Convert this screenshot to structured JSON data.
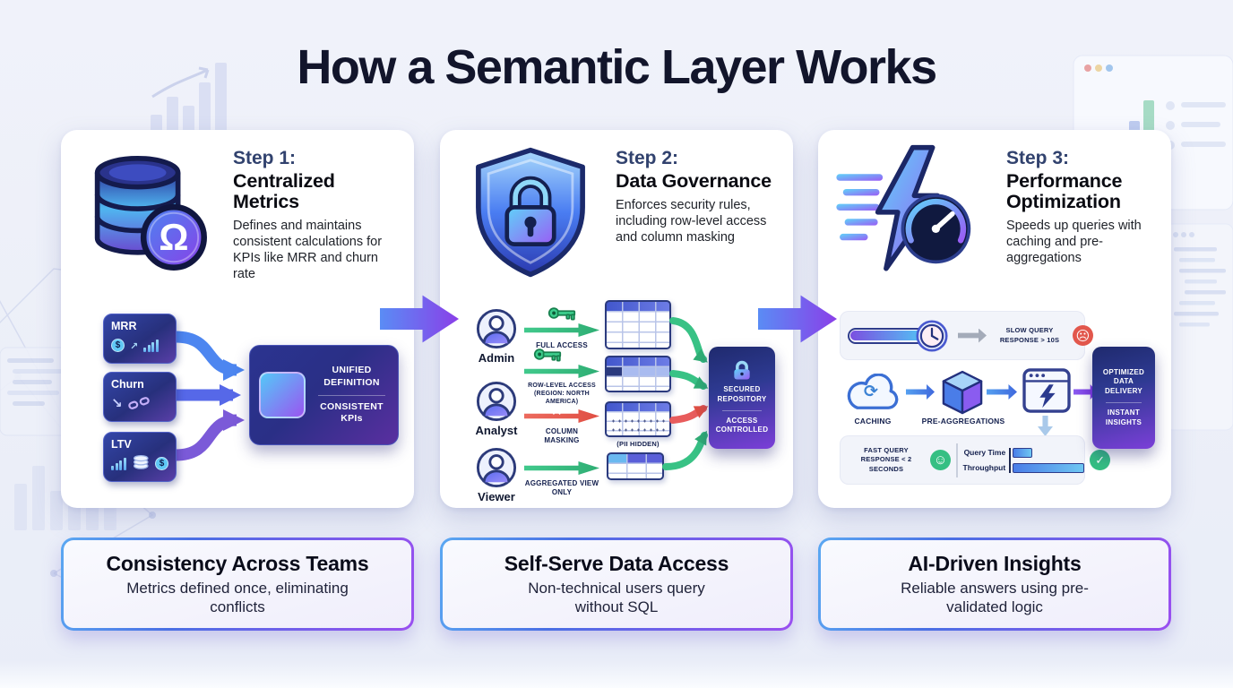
{
  "page": {
    "title": "How a Semantic Layer Works"
  },
  "glyphs": {
    "omega": "Ω",
    "dollar": "$",
    "up_trend": "↗",
    "down_trend": "↘",
    "refresh": "⟳",
    "sad_face": "☹",
    "smile_face": "☺",
    "check": "✓",
    "cross": "✕"
  },
  "colors": {
    "background": "#eef1f9",
    "card": "#ffffff",
    "title_text": "#12152b",
    "accent_blue": "#4a7df2",
    "accent_purple": "#7b3fe8",
    "accent_cyan": "#4fc3f7",
    "green": "#35c285",
    "red": "#e2574c",
    "dark_box": "#232a6b"
  },
  "steps": [
    {
      "label": "Step 1:",
      "title": "Centralized Metrics",
      "description": "Defines and maintains consistent calculations for KPIs like MRR and churn rate",
      "icon": "database-omega-icon",
      "diagram": {
        "metrics": [
          {
            "label": "MRR"
          },
          {
            "label": "Churn"
          },
          {
            "label": "LTV"
          }
        ],
        "target_title": "UNIFIED DEFINITION",
        "target_subtitle": "CONSISTENT KPIs"
      }
    },
    {
      "label": "Step 2:",
      "title": "Data Governance",
      "description": "Enforces security rules, including row-level access and column masking",
      "icon": "shield-lock-icon",
      "diagram": {
        "roles": [
          {
            "name": "Admin",
            "access": "FULL ACCESS"
          },
          {
            "name": "Analyst",
            "access": "ROW-LEVEL ACCESS (REGION: NORTH AMERICA)",
            "masking": "COLUMN MASKING",
            "masked_note": "(PII HIDDEN)"
          },
          {
            "name": "Viewer",
            "access": "AGGREGATED VIEW ONLY"
          }
        ],
        "repository_title": "SECURED REPOSITORY",
        "repository_subtitle": "ACCESS CONTROLLED"
      }
    },
    {
      "label": "Step 3:",
      "title": "Performance Optimization",
      "description": "Speeds up queries with caching and pre-aggregations",
      "icon": "lightning-speedometer-icon",
      "diagram": {
        "slow_label": "SLOW QUERY RESPONSE > 10s",
        "caching_label": "CACHING",
        "preagg_label": "PRE-AGGREGATIONS",
        "fast_label": "FAST QUERY RESPONSE < 2 SECONDS",
        "query_time_label": "Query Time",
        "throughput_label": "Throughput",
        "target_title": "OPTIMIZED DATA DELIVERY",
        "target_subtitle": "INSTANT INSIGHTS"
      }
    }
  ],
  "benefits": [
    {
      "title": "Consistency Across Teams",
      "description": "Metrics defined once, eliminating conflicts"
    },
    {
      "title": "Self-Serve Data Access",
      "description": "Non-technical users query without SQL"
    },
    {
      "title": "AI-Driven Insights",
      "description": "Reliable answers using pre-validated logic"
    }
  ]
}
